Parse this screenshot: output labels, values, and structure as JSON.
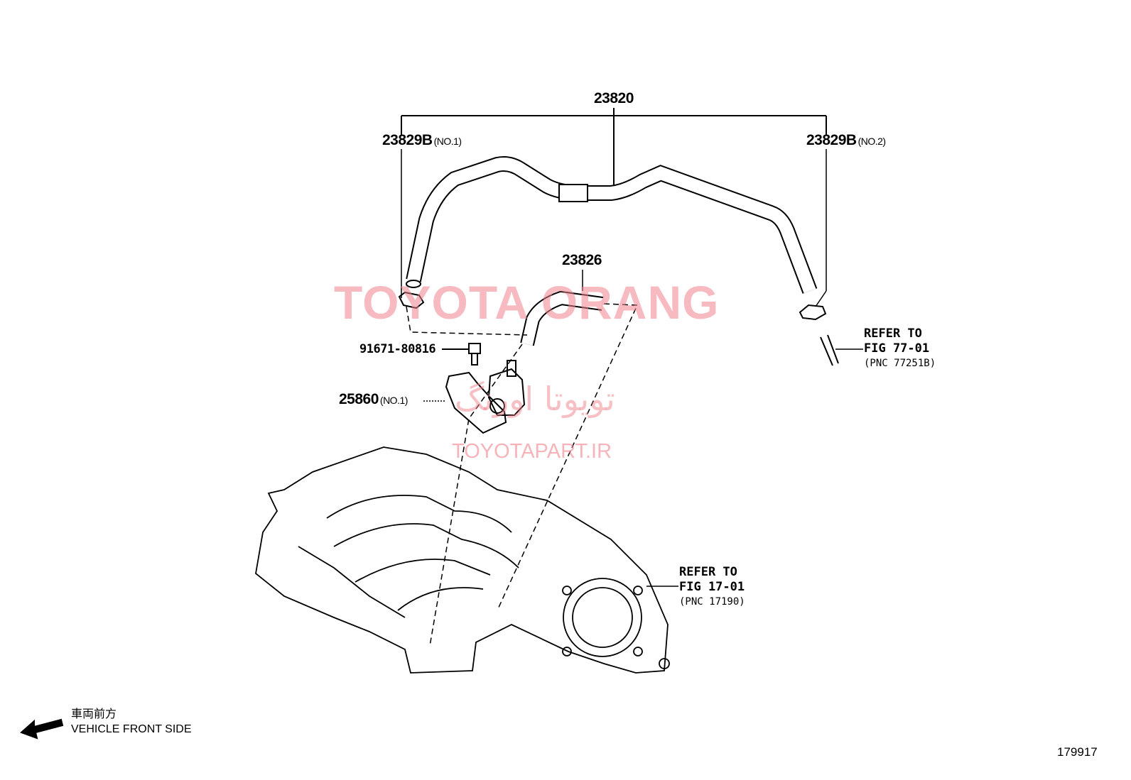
{
  "parts": {
    "hose_assembly": "23820",
    "hose_no1": {
      "number": "23829B",
      "note": "(NO.1)"
    },
    "hose_no2": {
      "number": "23829B",
      "note": "(NO.2)"
    },
    "hose_small": "23826",
    "bolt": "91671-80816",
    "bracket": {
      "number": "25860",
      "note": "(NO.1)"
    }
  },
  "references": [
    {
      "line1": "REFER TO",
      "line2": "FIG 77-01",
      "pnc": "(PNC 77251B)"
    },
    {
      "line1": "REFER TO",
      "line2": "FIG 17-01",
      "pnc": "(PNC 17190)"
    }
  ],
  "watermark": {
    "title": "TOYOTA ORANG",
    "persian": "تویوتا اورنگ",
    "site": "TOYOTAPART.IR"
  },
  "direction": {
    "jp": "車両前方",
    "en": "VEHICLE FRONT SIDE"
  },
  "figure_number": "179917"
}
